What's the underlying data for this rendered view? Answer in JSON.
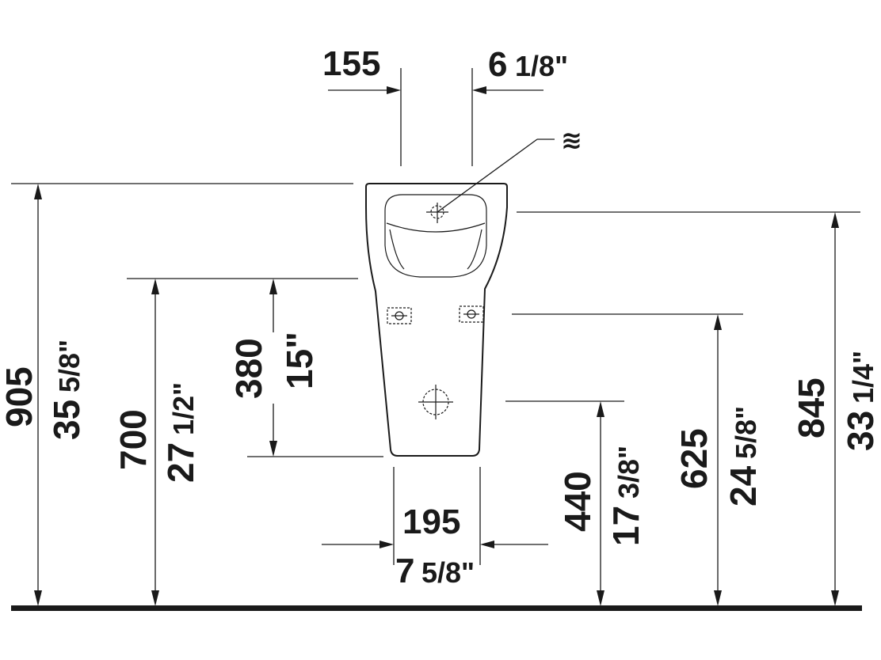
{
  "dimensions": {
    "inlet_width_mm": "155",
    "inlet_width_in_whole": "6",
    "inlet_width_in_frac": "1/8\"",
    "total_height_mm": "905",
    "total_height_in_whole": "35",
    "total_height_in_frac": "5/8\"",
    "fixing_height_mm": "700",
    "fixing_height_in_whole": "27",
    "fixing_height_in_frac": "1/2\"",
    "fixing_spacing_mm": "380",
    "fixing_spacing_in": "15\"",
    "outlet_width_mm": "195",
    "outlet_width_in_whole": "7",
    "outlet_width_in_frac": "5/8\"",
    "outlet_height_mm": "440",
    "outlet_height_in_whole": "17",
    "outlet_height_in_frac": "3/8\"",
    "side_fixing_height_mm": "625",
    "side_fixing_height_in_whole": "24",
    "side_fixing_height_in_frac": "5/8\"",
    "rim_height_mm": "845",
    "rim_height_in_whole": "33",
    "rim_height_in_frac": "1/4\""
  },
  "water_symbol": "≋"
}
